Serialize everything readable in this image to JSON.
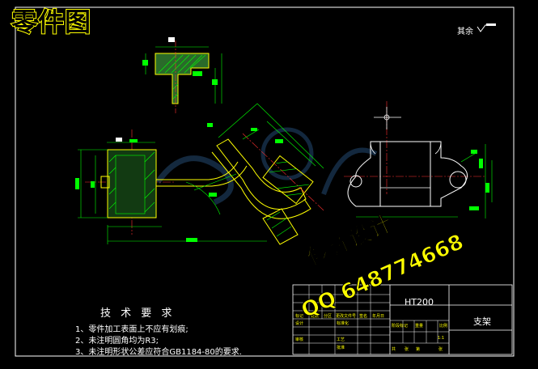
{
  "header": {
    "title": "零件图"
  },
  "drawing": {
    "surface_note": "其余",
    "tech_title": "技 术 要 求",
    "notes": [
      "1、零件加工表面上不应有划痕;",
      "2、未注明圆角均为R3;",
      "3、未注明形状公差应符合GB1184-80的要求."
    ]
  },
  "title_block": {
    "material": "HT200",
    "part_name": "支架",
    "labels": [
      "标记",
      "处数",
      "分区",
      "更改文件号",
      "签名",
      "年月日",
      "设计",
      "标准化",
      "审核",
      "工艺",
      "批准",
      "阶段标记",
      "重量",
      "比例",
      "共",
      "张",
      "第",
      "张"
    ],
    "scale": "1:1"
  },
  "watermark": {
    "line1": "俊辉设计",
    "line2": "QQ 648774668"
  },
  "colors": {
    "outline": "#ffffff",
    "part": "#ffff00",
    "dimension": "#00ff00",
    "section": "#00ff00",
    "center": "#ff3030",
    "watermark": "#ffff00"
  }
}
